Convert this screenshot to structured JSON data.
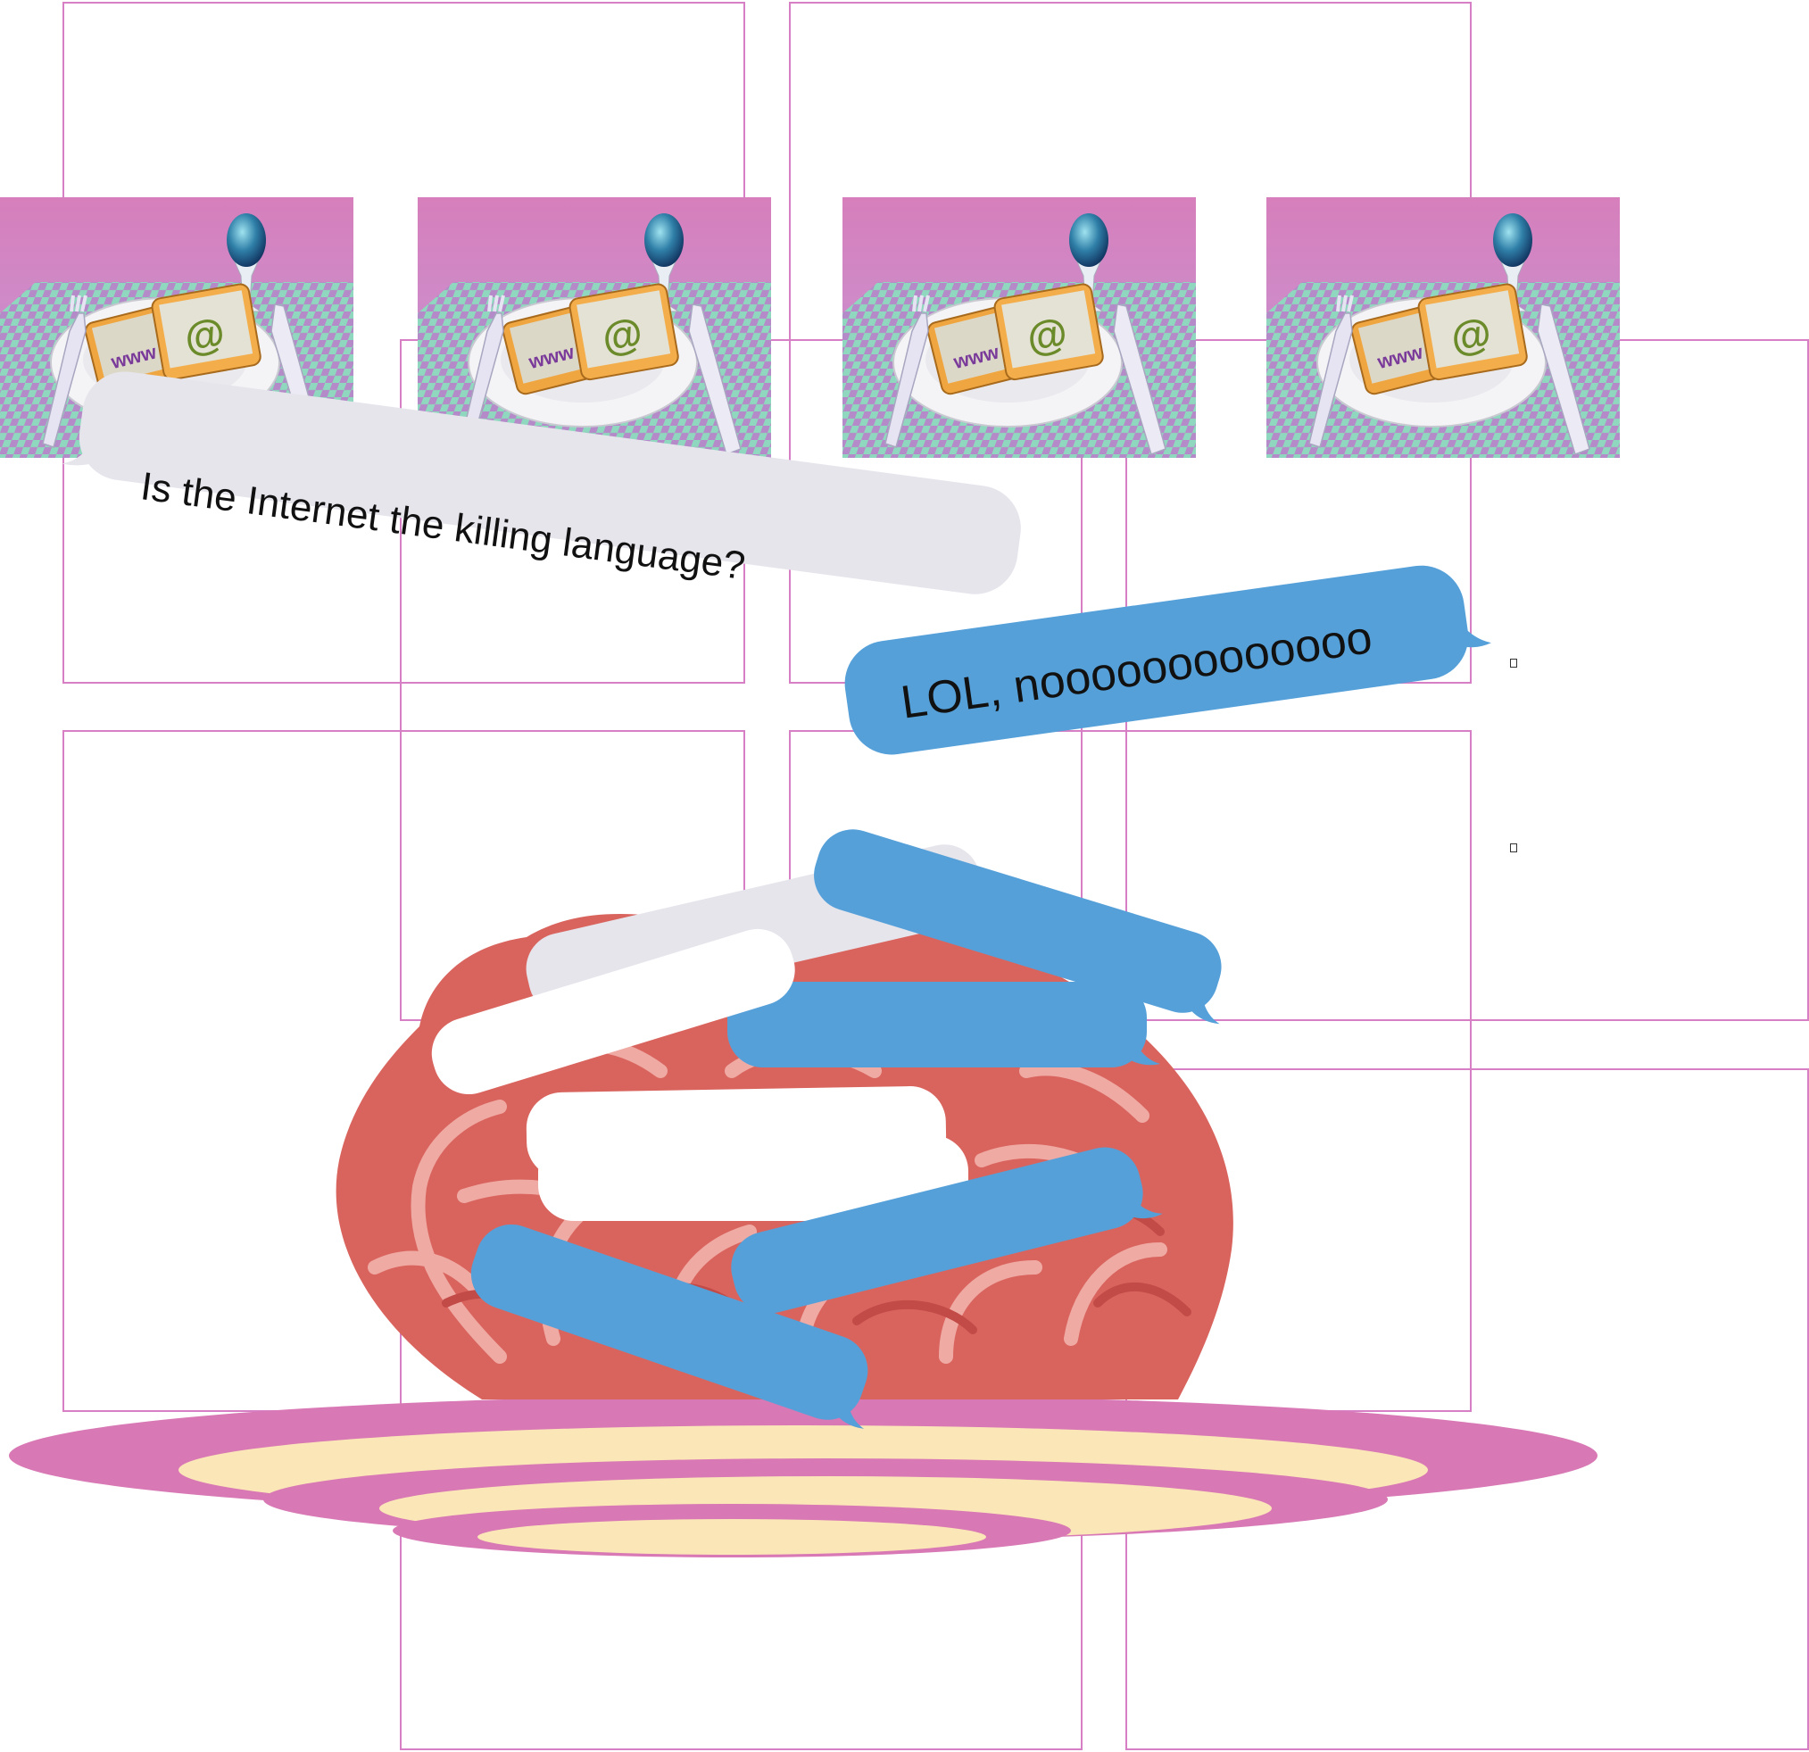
{
  "canvas": {
    "background": "#ffffff"
  },
  "colors": {
    "guide": "#d67fc4",
    "bubble_gray": "#e6e5ec",
    "bubble_blue": "#56a0d9",
    "plate_pink": "#d878b4",
    "plate_cream": "#fbe6b8",
    "brain_red": "#d9645e",
    "brain_pink": "#f0aaa4",
    "thumb_sky": "#d67fbc",
    "thumb_check_a": "#8fd7be",
    "thumb_check_b": "#b58ac8"
  },
  "thumbnails": {
    "count": 4,
    "icons": [
      "plate-icon",
      "fork-icon",
      "knife-icon",
      "egg-cup-icon",
      "toast-icon"
    ],
    "toast_symbols": [
      "@",
      "www"
    ]
  },
  "messages": [
    {
      "id": "question",
      "style": "received",
      "text": "Is the Internet the killing language?"
    },
    {
      "id": "answer",
      "style": "sent",
      "text": "LOL, nooooooooooooo"
    }
  ],
  "illustration": {
    "icons": [
      "brain-icon",
      "rings-plate-icon"
    ]
  }
}
